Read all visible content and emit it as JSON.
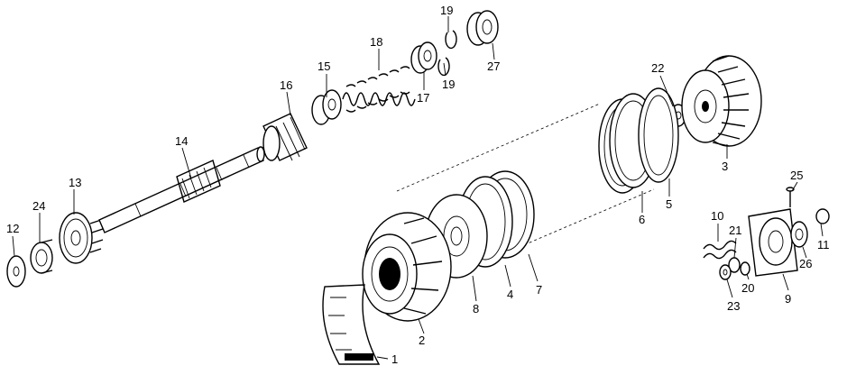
{
  "parts": [
    {
      "id": "p1",
      "label": "1"
    },
    {
      "id": "p2",
      "label": "2"
    },
    {
      "id": "p3",
      "label": "3"
    },
    {
      "id": "p4",
      "label": "4"
    },
    {
      "id": "p5",
      "label": "5"
    },
    {
      "id": "p6",
      "label": "6"
    },
    {
      "id": "p7",
      "label": "7"
    },
    {
      "id": "p8",
      "label": "8"
    },
    {
      "id": "p9",
      "label": "9"
    },
    {
      "id": "p10",
      "label": "10"
    },
    {
      "id": "p11",
      "label": "11"
    },
    {
      "id": "p12",
      "label": "12"
    },
    {
      "id": "p13",
      "label": "13"
    },
    {
      "id": "p14",
      "label": "14"
    },
    {
      "id": "p15",
      "label": "15"
    },
    {
      "id": "p16",
      "label": "16"
    },
    {
      "id": "p17",
      "label": "17"
    },
    {
      "id": "p18",
      "label": "18"
    },
    {
      "id": "p19a",
      "label": "19"
    },
    {
      "id": "p19b",
      "label": "19"
    },
    {
      "id": "p20",
      "label": "20"
    },
    {
      "id": "p21",
      "label": "21"
    },
    {
      "id": "p22",
      "label": "22"
    },
    {
      "id": "p23",
      "label": "23"
    },
    {
      "id": "p24",
      "label": "24"
    },
    {
      "id": "p25",
      "label": "25"
    },
    {
      "id": "p26",
      "label": "26"
    },
    {
      "id": "p27",
      "label": "27"
    }
  ]
}
